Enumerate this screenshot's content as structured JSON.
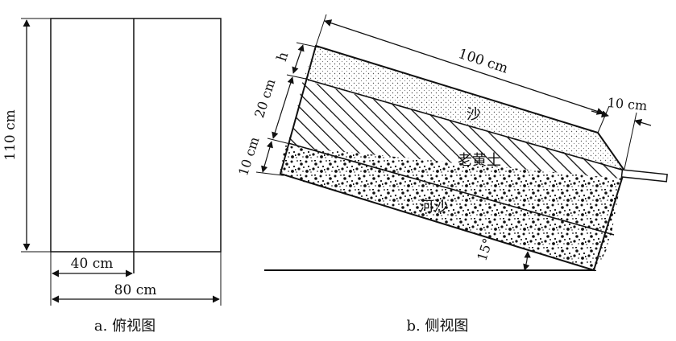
{
  "top_view": {
    "height_label": "110 cm",
    "half_width_label": "40 cm",
    "width_label": "80 cm",
    "caption": "a. 俯视图"
  },
  "side_view": {
    "length_label": "100 cm",
    "overhang_label": "10 cm",
    "h_label": "h",
    "sand_thickness_label": "20 cm",
    "loess_thickness_label": "10 cm",
    "layer_sand": "沙",
    "layer_loess": "老黄土",
    "layer_river_sand": "河沙",
    "angle_label": "15°",
    "caption": "b. 侧视图"
  },
  "colors": {
    "line": "#111111",
    "background": "#ffffff"
  }
}
